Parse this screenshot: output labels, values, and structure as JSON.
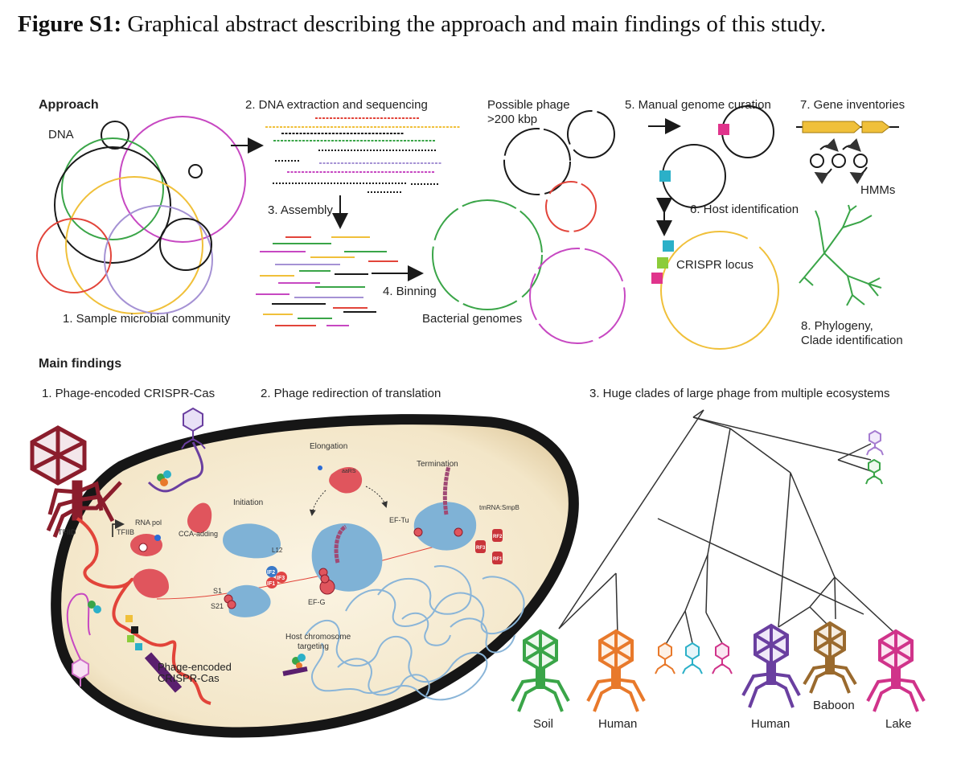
{
  "caption": {
    "label": "Figure S1:",
    "text": " Graphical abstract describing the approach and main findings of this study."
  },
  "approach": {
    "title": "Approach",
    "dna": "DNA",
    "sample": "1. Sample microbial community",
    "extraction": "2. DNA extraction and  sequencing",
    "assembly": "3. Assembly",
    "binning": "4. Binning",
    "possible_phage_1": "Possible phage",
    "possible_phage_2": ">200 kbp",
    "bacterial_genomes": "Bacterial genomes",
    "manual_curation": "5. Manual genome curation",
    "host_identification": "6. Host identification",
    "crispr_locus": "CRISPR locus",
    "gene_inventories": "7. Gene inventories",
    "hmms": "HMMs",
    "phylogeny_1": "8. Phylogeny,",
    "phylogeny_2": "Clade identification"
  },
  "findings": {
    "title": "Main findings",
    "f1": "1. Phage-encoded CRISPR-Cas",
    "f2": "2. Phage redirection of translation",
    "f3": "3. Huge clades of large phage from multiple ecosystems"
  },
  "cell": {
    "elongation": "Elongation",
    "termination": "Termination",
    "initiation": "Initiation",
    "aars": "aaRS",
    "ef_tu": "EF-Tu",
    "ef_g": "EF-G",
    "tmrna": "tmRNA:SmpB",
    "rna_pol": "RNA pol",
    "tfiid": "TFIID",
    "tfiib": "TFIIB",
    "cca": "CCA-adding",
    "l12": "L12",
    "s1": "S1",
    "s21": "S21",
    "if1": "IF1",
    "if2": "IF2",
    "if3": "IF3",
    "rf1": "RF1",
    "rf2": "RF2",
    "rf3": "RF3",
    "host_chrom_1": "Host chromosome",
    "host_chrom_2": "targeting",
    "crispr_cas_1": "Phage-encoded",
    "crispr_cas_2": "CRISPR-Cas"
  },
  "tree_labels": {
    "soil": "Soil",
    "human_1": "Human",
    "human_2": "Human",
    "baboon": "Baboon",
    "lake": "Lake"
  },
  "colors": {
    "black": "#1a1a1a",
    "green": "#3aa548",
    "orange": "#e8792b",
    "purple": "#6a3fa0",
    "brown": "#9a6a2e",
    "pink": "#d0338a",
    "magenta": "#c748c2",
    "yellow": "#f0c03a",
    "red": "#e2443a",
    "blue": "#7fb2d6",
    "lavender": "#a592d4",
    "teal": "#2bb0c8",
    "cell_fill": "#f6ecd4",
    "phage_red": "#8b1d2c"
  }
}
